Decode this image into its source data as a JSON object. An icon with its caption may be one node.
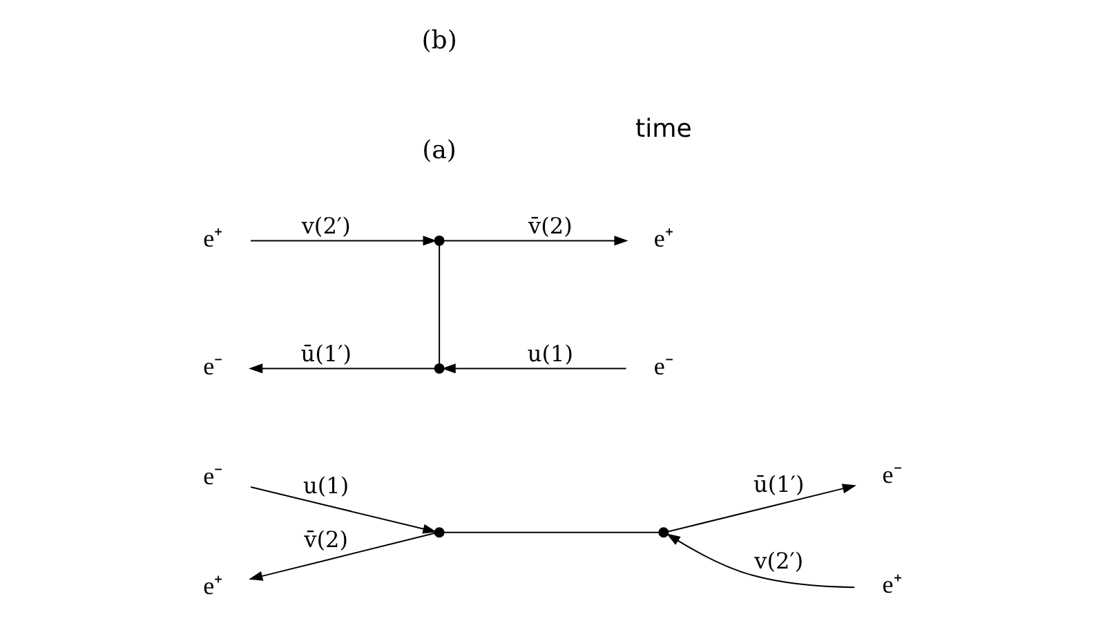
{
  "diagram": {
    "nodes": [
      {
        "text": [
          "e⁻"
        ]
      },
      {
        "text": [
          "e⁻"
        ]
      },
      {
        "text": [],
        "shape": "circle"
      },
      {
        "text": [],
        "shape": "circle"
      },
      {
        "text": [
          "e⁺"
        ]
      },
      {
        "text": [
          "e⁺"
        ]
      },
      {
        "text": [
          "e⁺"
        ]
      },
      {
        "text": [
          "e⁺"
        ]
      },
      {
        "text": [],
        "shape": "circle"
      },
      {
        "text": [],
        "shape": "circle"
      },
      {
        "text": [
          "e⁻"
        ]
      },
      {
        "text": [
          "e⁻"
        ]
      }
    ],
    "edges": [
      {
        "from": 0,
        "to": 2,
        "arrow": "to",
        "label": "u(1)"
      },
      {
        "from": 2,
        "to": 4,
        "arrow": "to",
        "label": "v̄(2)"
      },
      {
        "from": 2,
        "to": 3,
        "arrow": "none"
      },
      {
        "from": 3,
        "to": 1,
        "arrow": "to",
        "label": "ū(1′)"
      },
      {
        "from": 5,
        "to": 3,
        "arrow": "to",
        "label": "v(2′)"
      },
      {
        "from": 8,
        "to": 6,
        "arrow": "to",
        "label": "v̄(2)"
      },
      {
        "from": 7,
        "to": 8,
        "arrow": "to",
        "label": "v(2′)"
      },
      {
        "from": 8,
        "to": 9,
        "arrow": "none"
      },
      {
        "from": 10,
        "to": 9,
        "arrow": "to",
        "label": "u(1)"
      },
      {
        "from": 9,
        "to": 11,
        "arrow": "to",
        "label": "ū(1′)"
      }
    ],
    "labels": [
      "(a)",
      "(b)",
      "time"
    ]
  }
}
